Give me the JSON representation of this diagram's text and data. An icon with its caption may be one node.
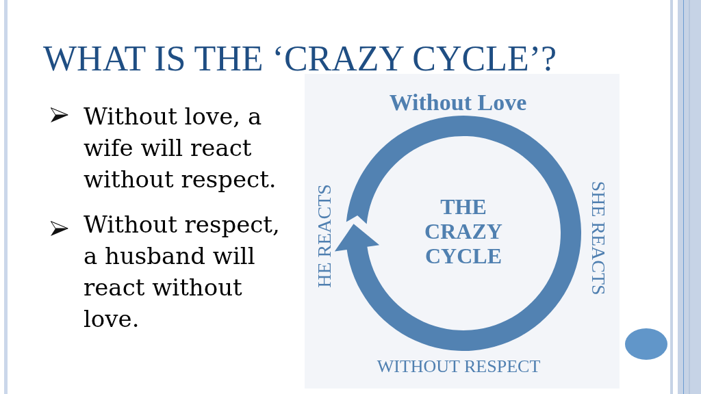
{
  "diagram": {
    "title": "WHAT IS THE ‘CRAZY CYCLE’?",
    "nodes": [
      {
        "text": [
          "THE CRAZY CYCLE"
        ],
        "beside": [
          "Without Love",
          "HE REACTS",
          "SHE REACTS",
          "WITHOUT RESPECT"
        ]
      }
    ],
    "labels": [
      "Without love, a wife will react without respect.",
      "Without respect, a husband will react without love."
    ]
  }
}
